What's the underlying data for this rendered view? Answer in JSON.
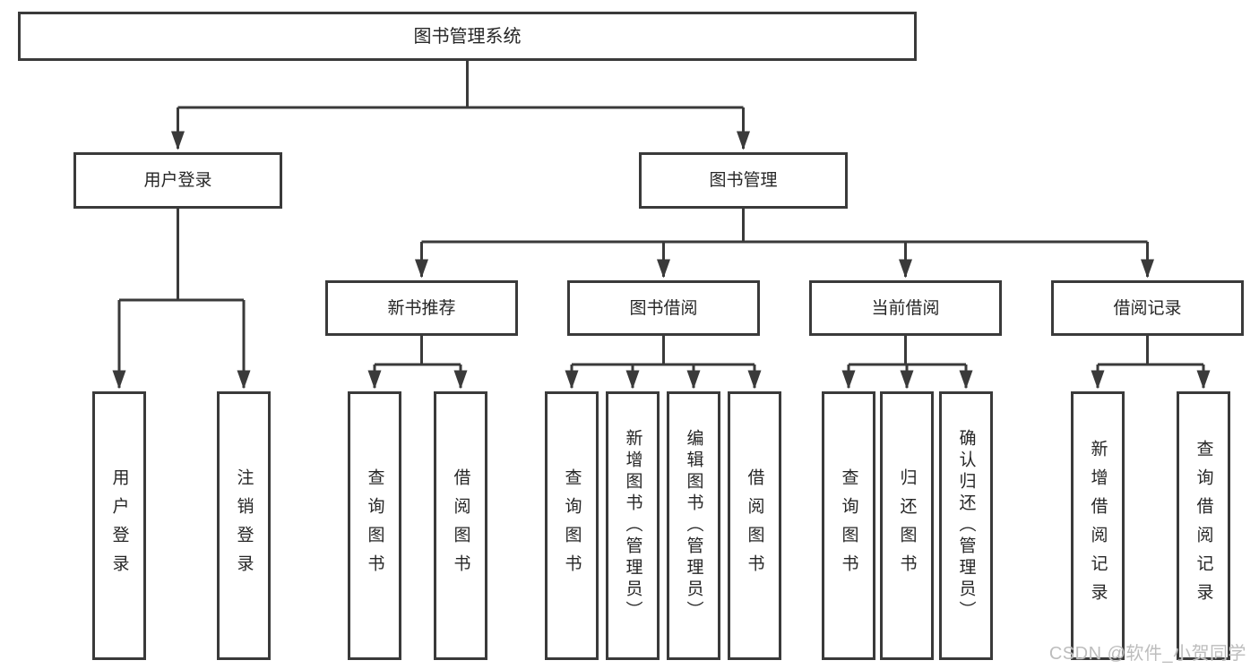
{
  "diagram_title": "图书管理系统",
  "tree": {
    "label": "图书管理系统",
    "children": [
      {
        "label": "用户登录",
        "children": [
          {
            "label": "用户登录"
          },
          {
            "label": "注销登录"
          }
        ]
      },
      {
        "label": "图书管理",
        "children": [
          {
            "label": "新书推荐",
            "children": [
              {
                "label": "查询图书"
              },
              {
                "label": "借阅图书"
              }
            ]
          },
          {
            "label": "图书借阅",
            "children": [
              {
                "label": "查询图书"
              },
              {
                "label": "新增图书（管理员）"
              },
              {
                "label": "编辑图书（管理员）"
              },
              {
                "label": "借阅图书"
              }
            ]
          },
          {
            "label": "当前借阅",
            "children": [
              {
                "label": "查询图书"
              },
              {
                "label": "归还图书"
              },
              {
                "label": "确认归还（管理员）"
              }
            ]
          },
          {
            "label": "借阅记录",
            "children": [
              {
                "label": "新增借阅记录"
              },
              {
                "label": "查询借阅记录"
              }
            ]
          }
        ]
      }
    ]
  },
  "watermark": {
    "text": "CSDN @软件_小贺同学"
  },
  "colors": {
    "line": "#3a3a3a",
    "text": "#262626",
    "watermark": "#bdbdbd",
    "background": "#ffffff"
  }
}
